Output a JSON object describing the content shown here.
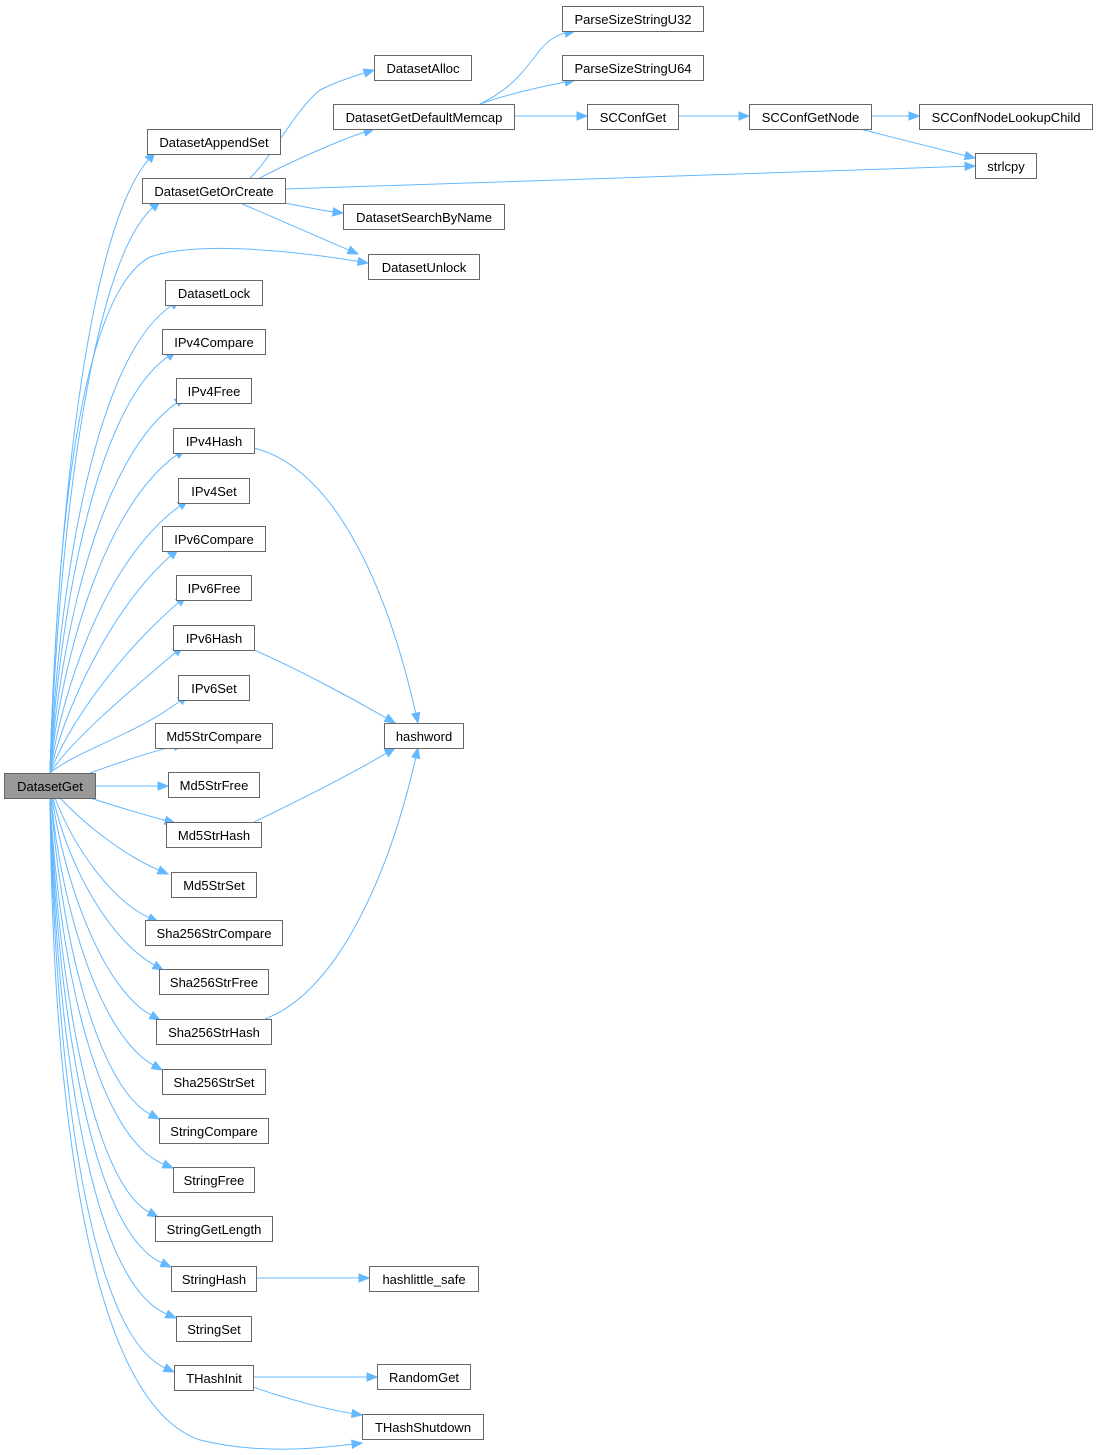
{
  "diagram": {
    "type": "call-graph",
    "edge_color": "#63b8ff",
    "root_fill": "#999999",
    "node_border": "#666666",
    "nodes": [
      {
        "id": "DatasetGet",
        "label": "DatasetGet",
        "root": true
      },
      {
        "id": "DatasetAppendSet",
        "label": "DatasetAppendSet"
      },
      {
        "id": "DatasetGetOrCreate",
        "label": "DatasetGetOrCreate"
      },
      {
        "id": "DatasetAlloc",
        "label": "DatasetAlloc"
      },
      {
        "id": "DatasetGetDefaultMemcap",
        "label": "DatasetGetDefaultMemcap"
      },
      {
        "id": "ParseSizeStringU32",
        "label": "ParseSizeStringU32"
      },
      {
        "id": "ParseSizeStringU64",
        "label": "ParseSizeStringU64"
      },
      {
        "id": "SCConfGet",
        "label": "SCConfGet"
      },
      {
        "id": "SCConfGetNode",
        "label": "SCConfGetNode"
      },
      {
        "id": "SCConfNodeLookupChild",
        "label": "SCConfNodeLookupChild"
      },
      {
        "id": "strlcpy",
        "label": "strlcpy"
      },
      {
        "id": "DatasetSearchByName",
        "label": "DatasetSearchByName"
      },
      {
        "id": "DatasetUnlock",
        "label": "DatasetUnlock"
      },
      {
        "id": "DatasetLock",
        "label": "DatasetLock"
      },
      {
        "id": "IPv4Compare",
        "label": "IPv4Compare"
      },
      {
        "id": "IPv4Free",
        "label": "IPv4Free"
      },
      {
        "id": "IPv4Hash",
        "label": "IPv4Hash"
      },
      {
        "id": "IPv4Set",
        "label": "IPv4Set"
      },
      {
        "id": "IPv6Compare",
        "label": "IPv6Compare"
      },
      {
        "id": "IPv6Free",
        "label": "IPv6Free"
      },
      {
        "id": "IPv6Hash",
        "label": "IPv6Hash"
      },
      {
        "id": "IPv6Set",
        "label": "IPv6Set"
      },
      {
        "id": "hashword",
        "label": "hashword"
      },
      {
        "id": "Md5StrCompare",
        "label": "Md5StrCompare"
      },
      {
        "id": "Md5StrFree",
        "label": "Md5StrFree"
      },
      {
        "id": "Md5StrHash",
        "label": "Md5StrHash"
      },
      {
        "id": "Md5StrSet",
        "label": "Md5StrSet"
      },
      {
        "id": "Sha256StrCompare",
        "label": "Sha256StrCompare"
      },
      {
        "id": "Sha256StrFree",
        "label": "Sha256StrFree"
      },
      {
        "id": "Sha256StrHash",
        "label": "Sha256StrHash"
      },
      {
        "id": "Sha256StrSet",
        "label": "Sha256StrSet"
      },
      {
        "id": "StringCompare",
        "label": "StringCompare"
      },
      {
        "id": "StringFree",
        "label": "StringFree"
      },
      {
        "id": "StringGetLength",
        "label": "StringGetLength"
      },
      {
        "id": "StringHash",
        "label": "StringHash"
      },
      {
        "id": "hashlittle_safe",
        "label": "hashlittle_safe"
      },
      {
        "id": "StringSet",
        "label": "StringSet"
      },
      {
        "id": "THashInit",
        "label": "THashInit"
      },
      {
        "id": "RandomGet",
        "label": "RandomGet"
      },
      {
        "id": "THashShutdown",
        "label": "THashShutdown"
      }
    ],
    "edges": [
      [
        "DatasetGet",
        "DatasetAppendSet"
      ],
      [
        "DatasetGet",
        "DatasetGetOrCreate"
      ],
      [
        "DatasetGet",
        "DatasetUnlock"
      ],
      [
        "DatasetGet",
        "DatasetLock"
      ],
      [
        "DatasetGet",
        "IPv4Compare"
      ],
      [
        "DatasetGet",
        "IPv4Free"
      ],
      [
        "DatasetGet",
        "IPv4Hash"
      ],
      [
        "DatasetGet",
        "IPv4Set"
      ],
      [
        "DatasetGet",
        "IPv6Compare"
      ],
      [
        "DatasetGet",
        "IPv6Free"
      ],
      [
        "DatasetGet",
        "IPv6Hash"
      ],
      [
        "DatasetGet",
        "IPv6Set"
      ],
      [
        "DatasetGet",
        "Md5StrCompare"
      ],
      [
        "DatasetGet",
        "Md5StrFree"
      ],
      [
        "DatasetGet",
        "Md5StrHash"
      ],
      [
        "DatasetGet",
        "Md5StrSet"
      ],
      [
        "DatasetGet",
        "Sha256StrCompare"
      ],
      [
        "DatasetGet",
        "Sha256StrFree"
      ],
      [
        "DatasetGet",
        "Sha256StrHash"
      ],
      [
        "DatasetGet",
        "Sha256StrSet"
      ],
      [
        "DatasetGet",
        "StringCompare"
      ],
      [
        "DatasetGet",
        "StringFree"
      ],
      [
        "DatasetGet",
        "StringGetLength"
      ],
      [
        "DatasetGet",
        "StringHash"
      ],
      [
        "DatasetGet",
        "StringSet"
      ],
      [
        "DatasetGet",
        "THashInit"
      ],
      [
        "DatasetGet",
        "THashShutdown"
      ],
      [
        "DatasetGetOrCreate",
        "DatasetAlloc"
      ],
      [
        "DatasetGetOrCreate",
        "DatasetGetDefaultMemcap"
      ],
      [
        "DatasetGetOrCreate",
        "strlcpy"
      ],
      [
        "DatasetGetOrCreate",
        "DatasetSearchByName"
      ],
      [
        "DatasetGetOrCreate",
        "DatasetUnlock"
      ],
      [
        "DatasetGetDefaultMemcap",
        "ParseSizeStringU32"
      ],
      [
        "DatasetGetDefaultMemcap",
        "ParseSizeStringU64"
      ],
      [
        "DatasetGetDefaultMemcap",
        "SCConfGet"
      ],
      [
        "SCConfGet",
        "SCConfGetNode"
      ],
      [
        "SCConfGetNode",
        "SCConfNodeLookupChild"
      ],
      [
        "SCConfGetNode",
        "strlcpy"
      ],
      [
        "IPv4Hash",
        "hashword"
      ],
      [
        "IPv6Hash",
        "hashword"
      ],
      [
        "Md5StrHash",
        "hashword"
      ],
      [
        "Sha256StrHash",
        "hashword"
      ],
      [
        "StringHash",
        "hashlittle_safe"
      ],
      [
        "THashInit",
        "RandomGet"
      ],
      [
        "THashInit",
        "THashShutdown"
      ]
    ]
  }
}
